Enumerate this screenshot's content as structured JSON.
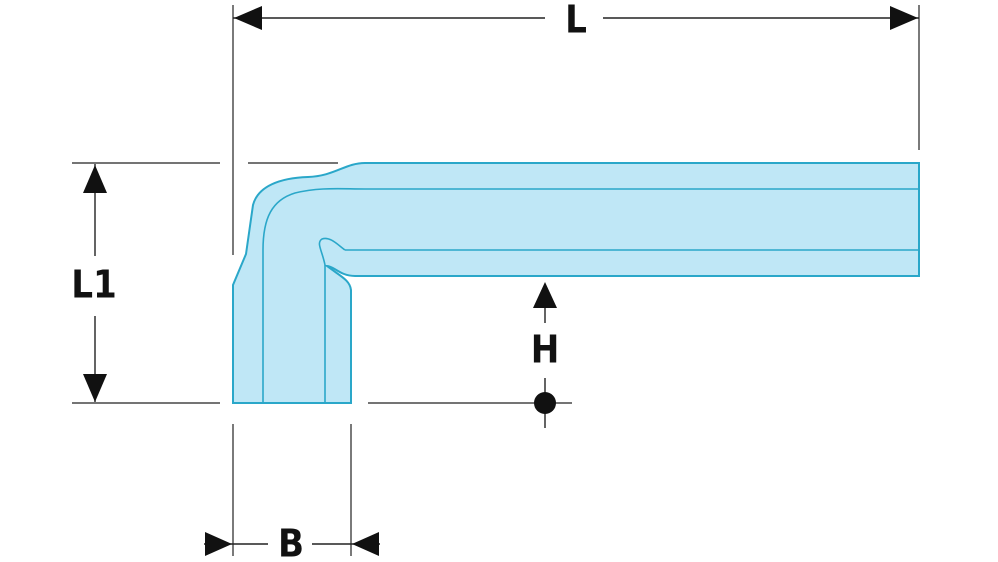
{
  "diagram": {
    "labels": {
      "L": "L",
      "L1": "L1",
      "H": "H",
      "B": "B"
    },
    "colors": {
      "body_fill": "#bfe7f6",
      "body_stroke": "#2aa7c9",
      "line": "#222222"
    }
  }
}
